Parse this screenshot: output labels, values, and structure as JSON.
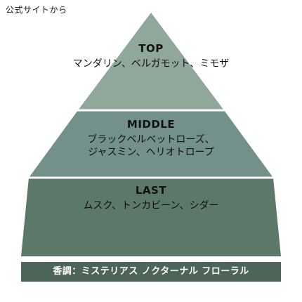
{
  "caption": "公式サイトから",
  "colors": {
    "top": "#8fa89b",
    "middle": "#74908a",
    "last": "#5c7868",
    "bar": "#4d6458",
    "divider": "#ffffff"
  },
  "tiers": {
    "top": {
      "name": "TOP",
      "notes": "マンダリン、ベルガモット、ミモザ"
    },
    "middle": {
      "name": "MIDDLE",
      "notes_line1": "ブラックベルベットローズ、",
      "notes_line2": "ジャスミン、ヘリオトロープ"
    },
    "last": {
      "name": "LAST",
      "notes": "ムスク、トンカビーン、シダー"
    }
  },
  "fragrance_type": "香調：ミステリアス ノクターナル フローラル"
}
